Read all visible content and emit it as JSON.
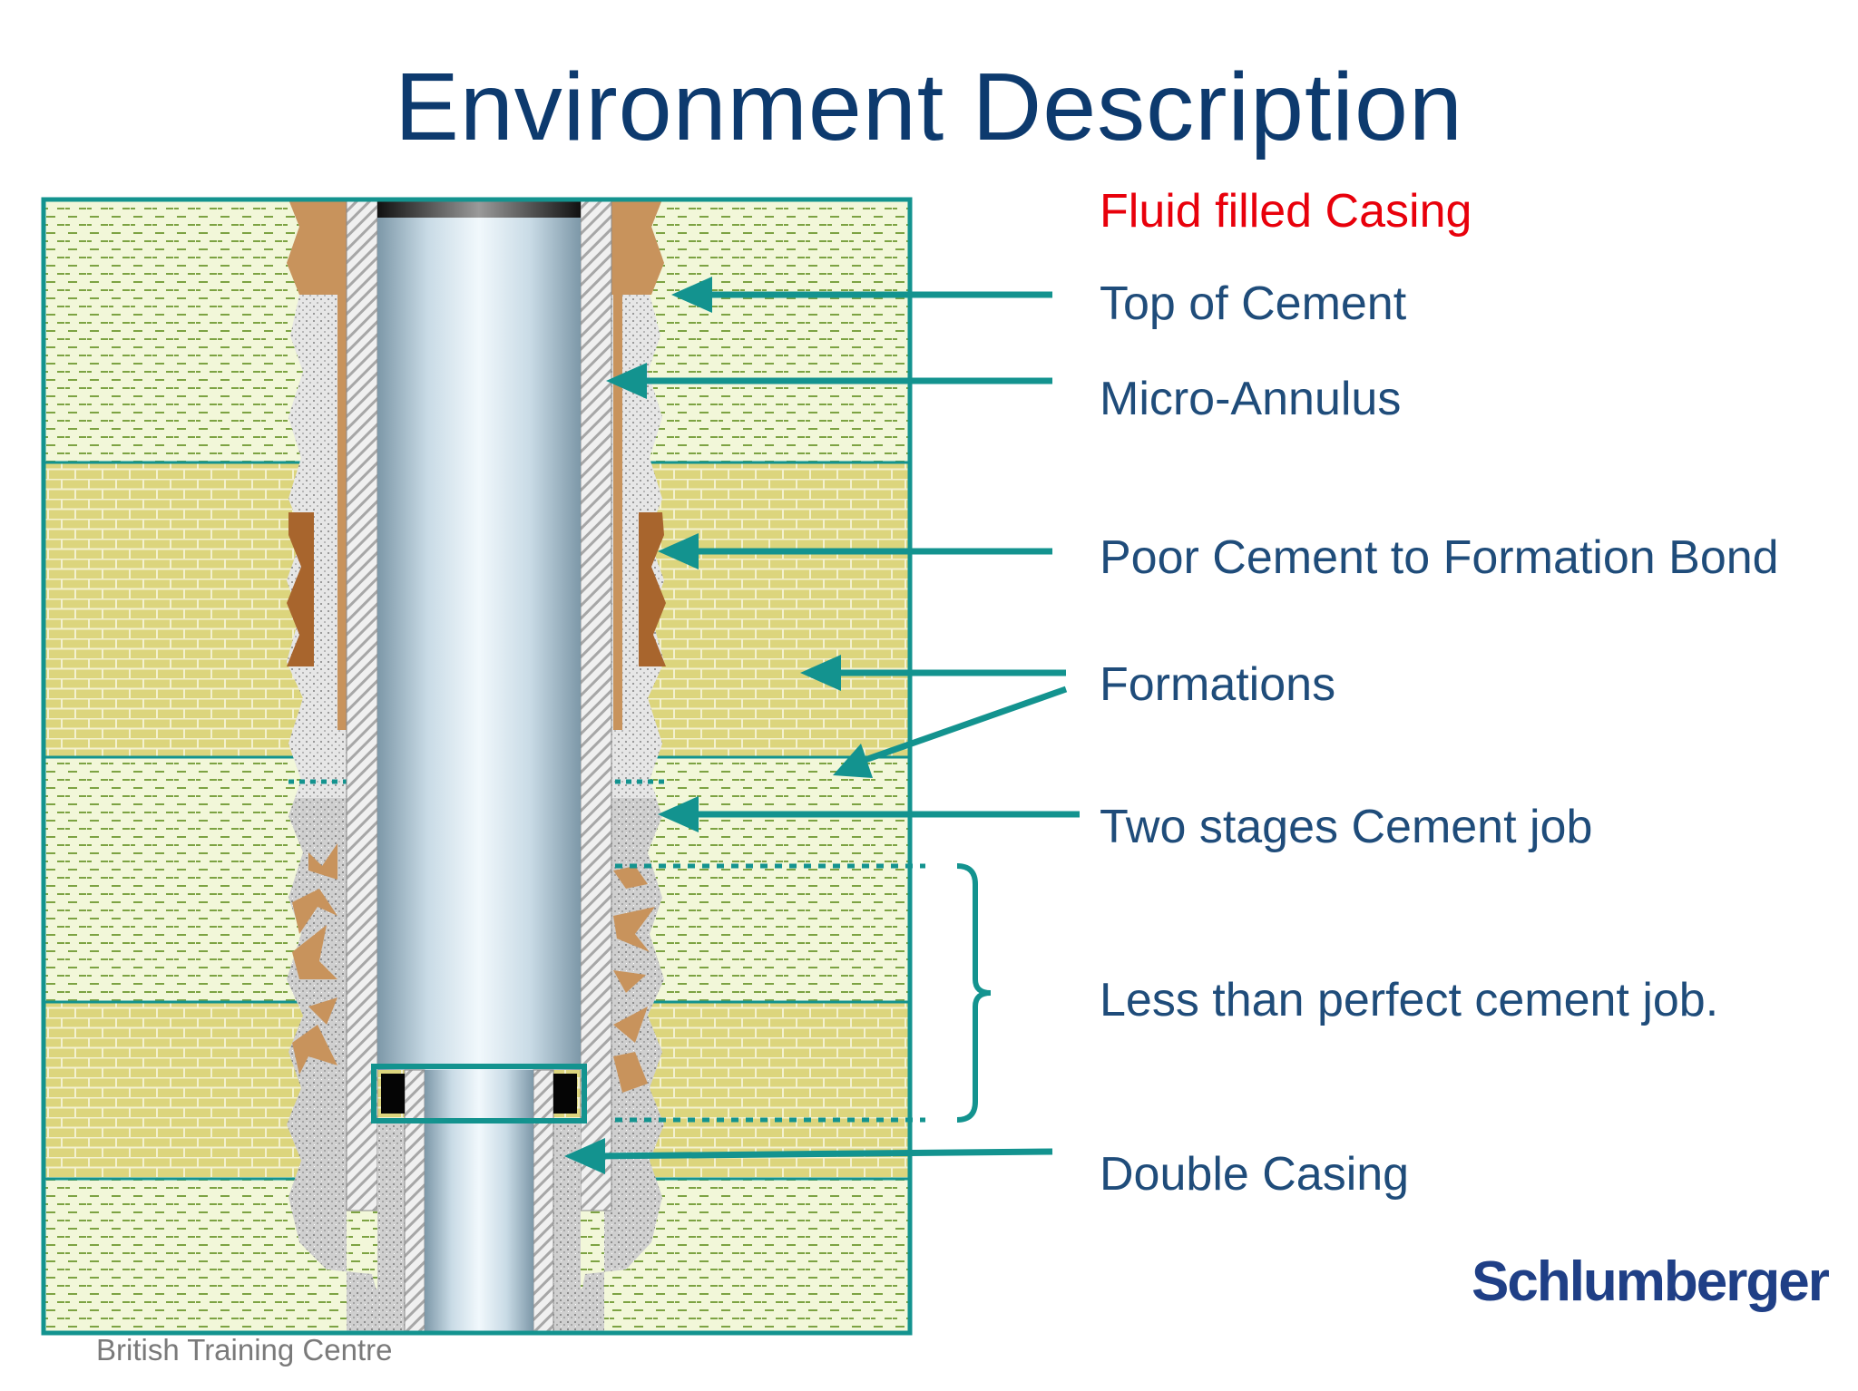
{
  "title": "Environment Description",
  "labels": {
    "fluid_filled_casing": "Fluid filled Casing",
    "top_of_cement": "Top of Cement",
    "micro_annulus": "Micro-Annulus",
    "poor_bond": "Poor Cement to Formation Bond",
    "formations": "Formations",
    "two_stages": "Two stages Cement job",
    "less_than_perfect": "Less than perfect cement job.",
    "double_casing": "Double Casing"
  },
  "footer": "British Training Centre",
  "logo": "Schlumberger",
  "colors": {
    "title": "#0d3a6e",
    "label": "#1f4c7a",
    "highlight": "#e8000b",
    "arrow": "#13938f",
    "shale": "#f2f7d9",
    "sand": "#d8d27a",
    "cement": "#c9c9c9",
    "mud": "#c8935c",
    "poor_bond": "#a8652d"
  }
}
